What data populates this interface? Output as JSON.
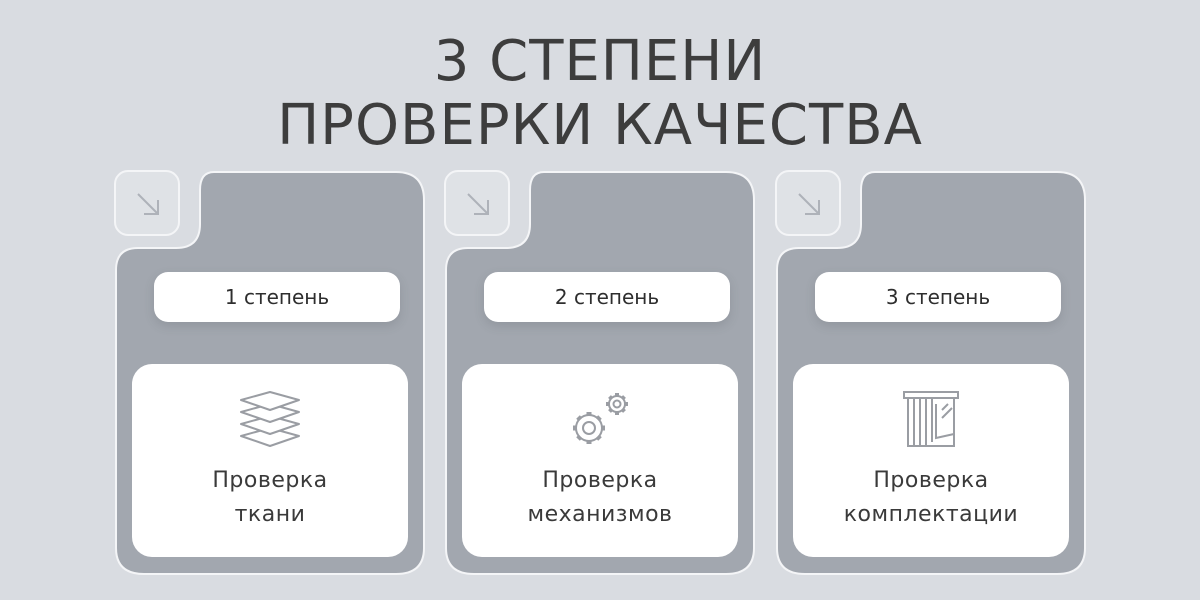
{
  "title": {
    "line1": "3 СТЕПЕНИ",
    "line2": "ПРОВЕРКИ КАЧЕСТВА"
  },
  "steps": [
    {
      "badge": "1 степень",
      "label": "Проверка\nткани",
      "icon": "fabric-layers-icon"
    },
    {
      "badge": "2 степень",
      "label": "Проверка\nмеханизмов",
      "icon": "gears-icon"
    },
    {
      "badge": "3 степень",
      "label": "Проверка\nкомплектации",
      "icon": "blinds-window-icon"
    }
  ],
  "colors": {
    "background": "#d9dce1",
    "card": "#a2a7af",
    "panel": "#ffffff",
    "text": "#3d3d3d",
    "icon": "#9a9da3"
  }
}
